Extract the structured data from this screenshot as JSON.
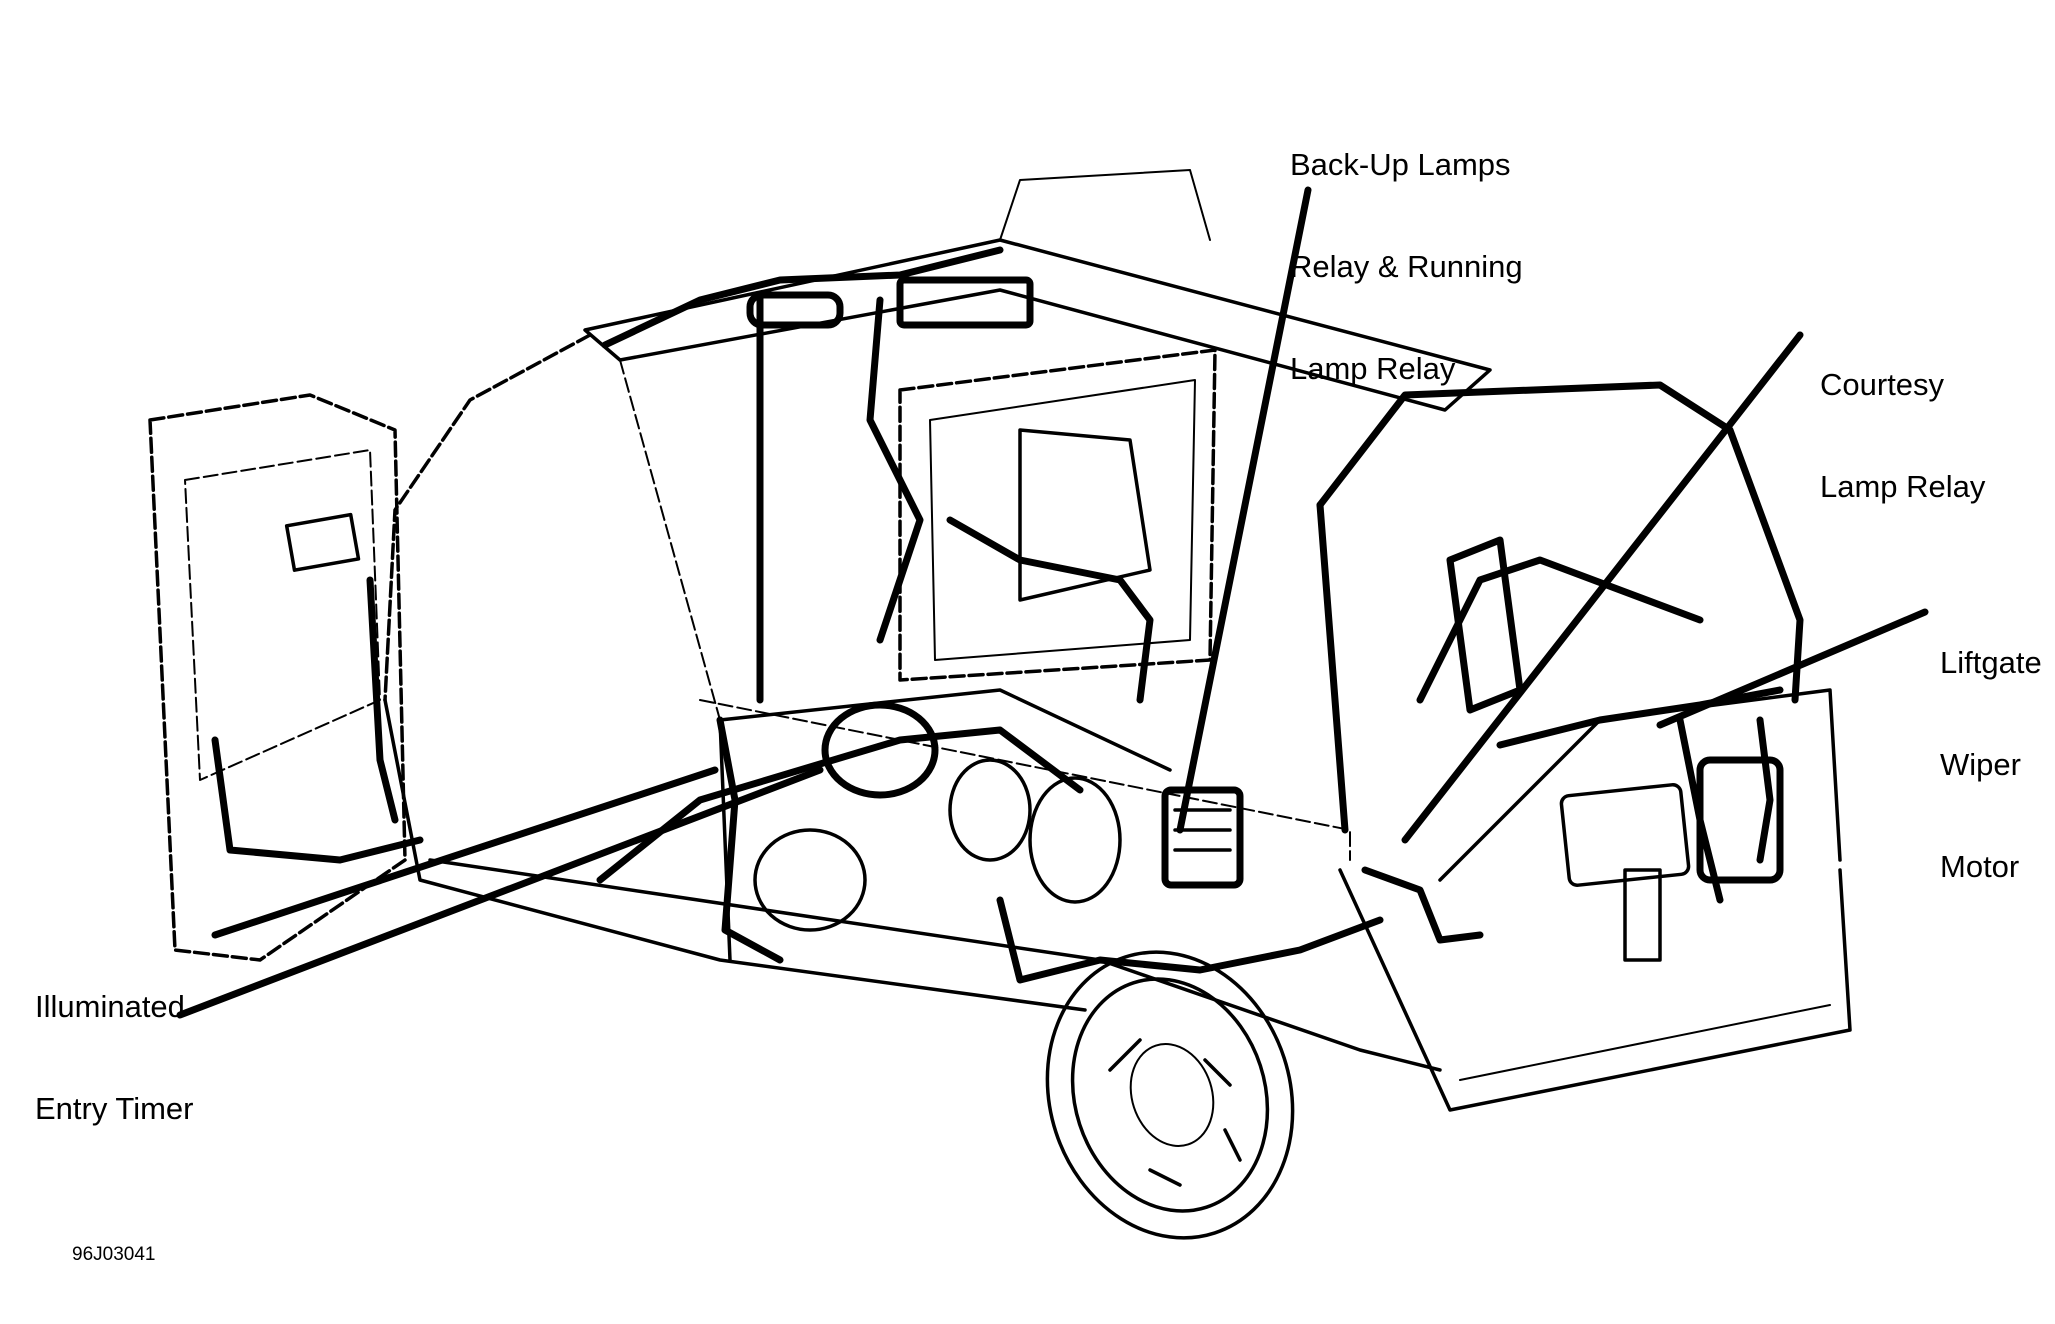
{
  "callouts": [
    {
      "id": "backup_relay",
      "lines": [
        "Back-Up Lamps",
        "Relay & Running",
        "Lamp Relay"
      ]
    },
    {
      "id": "courtesy_relay",
      "lines": [
        "Courtesy",
        "Lamp Relay"
      ]
    },
    {
      "id": "liftgate_wiper",
      "lines": [
        "Liftgate",
        "Wiper",
        "Motor"
      ]
    },
    {
      "id": "entry_timer",
      "lines": [
        "Illuminated",
        "Entry Timer"
      ]
    }
  ],
  "figure_id": "96J03041"
}
